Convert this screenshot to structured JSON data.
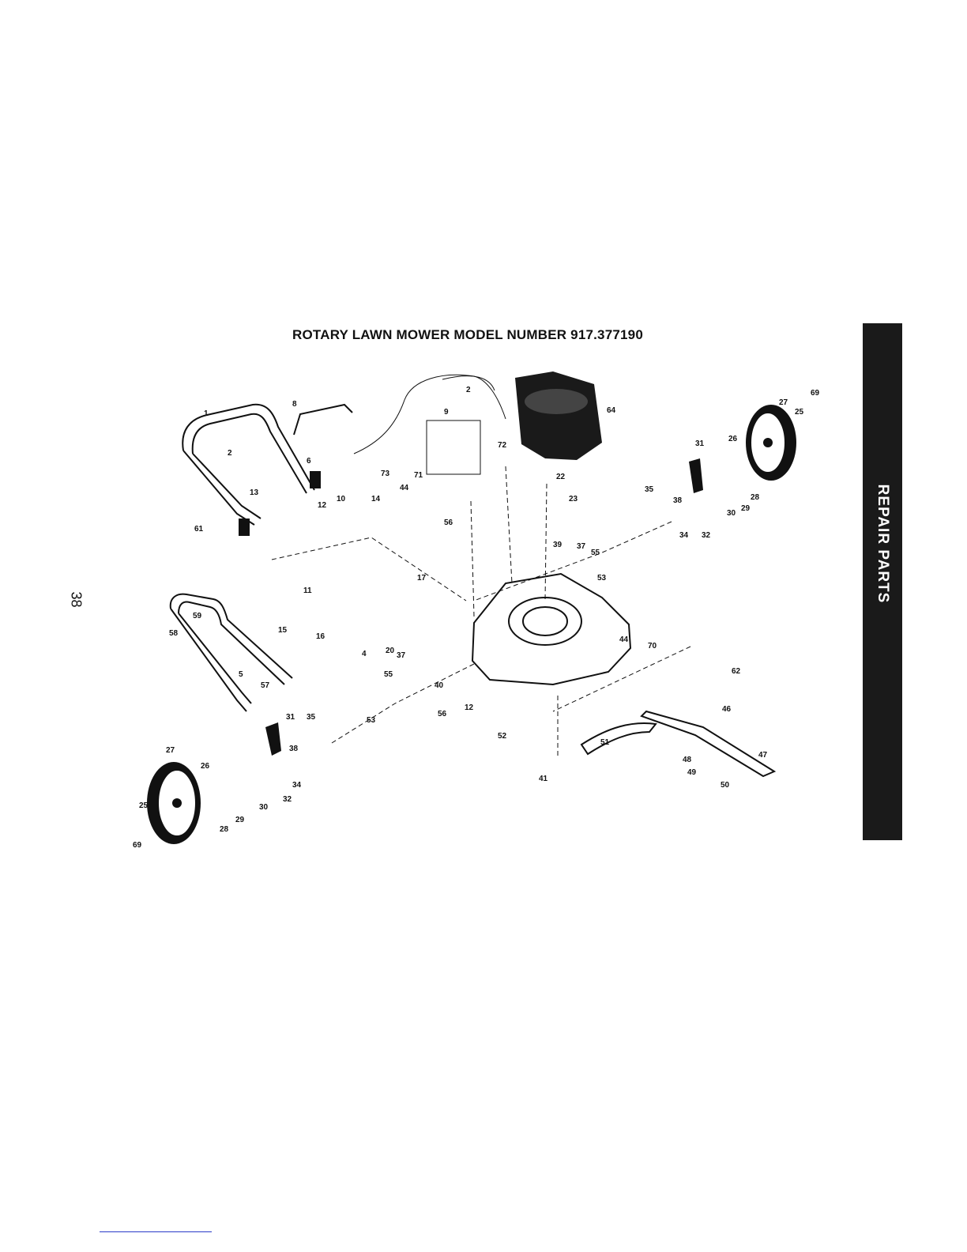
{
  "page": {
    "title": "ROTARY LAWN MOWER MODEL NUMBER 917.377190",
    "page_number": "38",
    "side_tab": "REPAIR PARTS"
  },
  "diagram": {
    "callouts": [
      "1",
      "2",
      "6",
      "13",
      "61",
      "8",
      "12",
      "10",
      "14",
      "44",
      "56",
      "17",
      "11",
      "15",
      "16",
      "4",
      "20",
      "37",
      "55",
      "40",
      "53",
      "56",
      "12",
      "9",
      "73",
      "71",
      "72",
      "2",
      "64",
      "22",
      "23",
      "39",
      "37",
      "55",
      "53",
      "44",
      "70",
      "52",
      "51",
      "41",
      "62",
      "46",
      "47",
      "48",
      "49",
      "50",
      "31",
      "35",
      "38",
      "34",
      "32",
      "30",
      "29",
      "28",
      "26",
      "27",
      "25",
      "69",
      "58",
      "59",
      "5",
      "57",
      "31",
      "35",
      "38",
      "34",
      "32",
      "30",
      "29",
      "28",
      "26",
      "27",
      "25",
      "69"
    ]
  }
}
